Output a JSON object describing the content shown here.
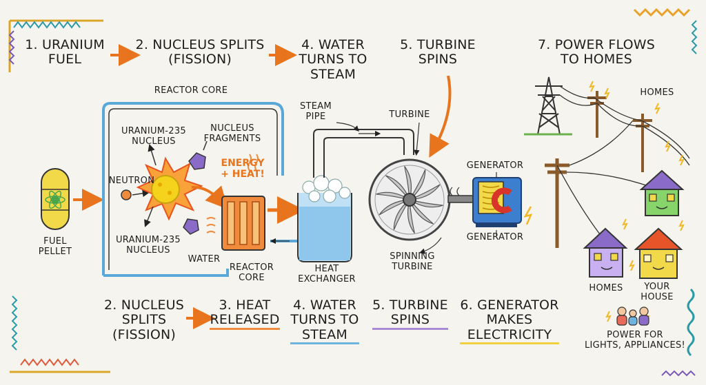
{
  "top_steps": [
    {
      "text": "1. URANIUM\nFUEL"
    },
    {
      "text": "2. NUCLEUS SPLITS\n(FISSION)"
    },
    {
      "text": "4. WATER\nTURNS TO\nSTEAM"
    },
    {
      "text": "5. TURBINE\nSPINS"
    },
    {
      "text": "7. POWER FLOWS\nTO HOMES"
    }
  ],
  "bottom_steps": [
    {
      "text": "2. NUCLEUS\nSPLITS\n(FISSION)"
    },
    {
      "text": "3. HEAT\nRELEASED"
    },
    {
      "text": "4. WATER\nTURNS TO\nSTEAM"
    },
    {
      "text": "5. TURBINE\nSPINS"
    },
    {
      "text": "6. GENERATOR\nMAKES\nELECTRICITY"
    }
  ],
  "labels": {
    "reactor_core": "REACTOR CORE",
    "uranium_nucleus_top": "URANIUM-235\nNUCLEUS",
    "nucleus_fragments": "NUCLEUS\nFRAGMENTS",
    "energy_heat": "ENERGY\n+ HEAT!",
    "neutron": "NEUTRON",
    "uranium_nucleus_bottom": "URANIUM-235\nNUCLEUS",
    "water": "WATER",
    "reactor_core_small": "REACTOR\nCORE",
    "fuel_pellet": "FUEL\nPELLET",
    "steam_pipe": "STEAM\nPIPE",
    "heat_exchanger": "HEAT\nEXCHANGER",
    "turbine": "TURBINE",
    "spinning_turbine": "SPINNING\nTURBINE",
    "generator_top": "GENERATOR",
    "generator_bottom": "GENERATOR",
    "homes_top": "HOMES",
    "homes_bottom": "HOMES",
    "your_house": "YOUR\nHOUSE",
    "power_for": "POWER FOR\nLIGHTS, APPLIANCES!"
  },
  "colors": {
    "arrow": "#e8751e",
    "reactor_border": "#5aa8d8",
    "water": "#6fb3e0",
    "heat": "#f08a3c",
    "uranium": "#f5d21c",
    "fuel": "#f2d94a",
    "fragment": "#8a6cc8"
  }
}
